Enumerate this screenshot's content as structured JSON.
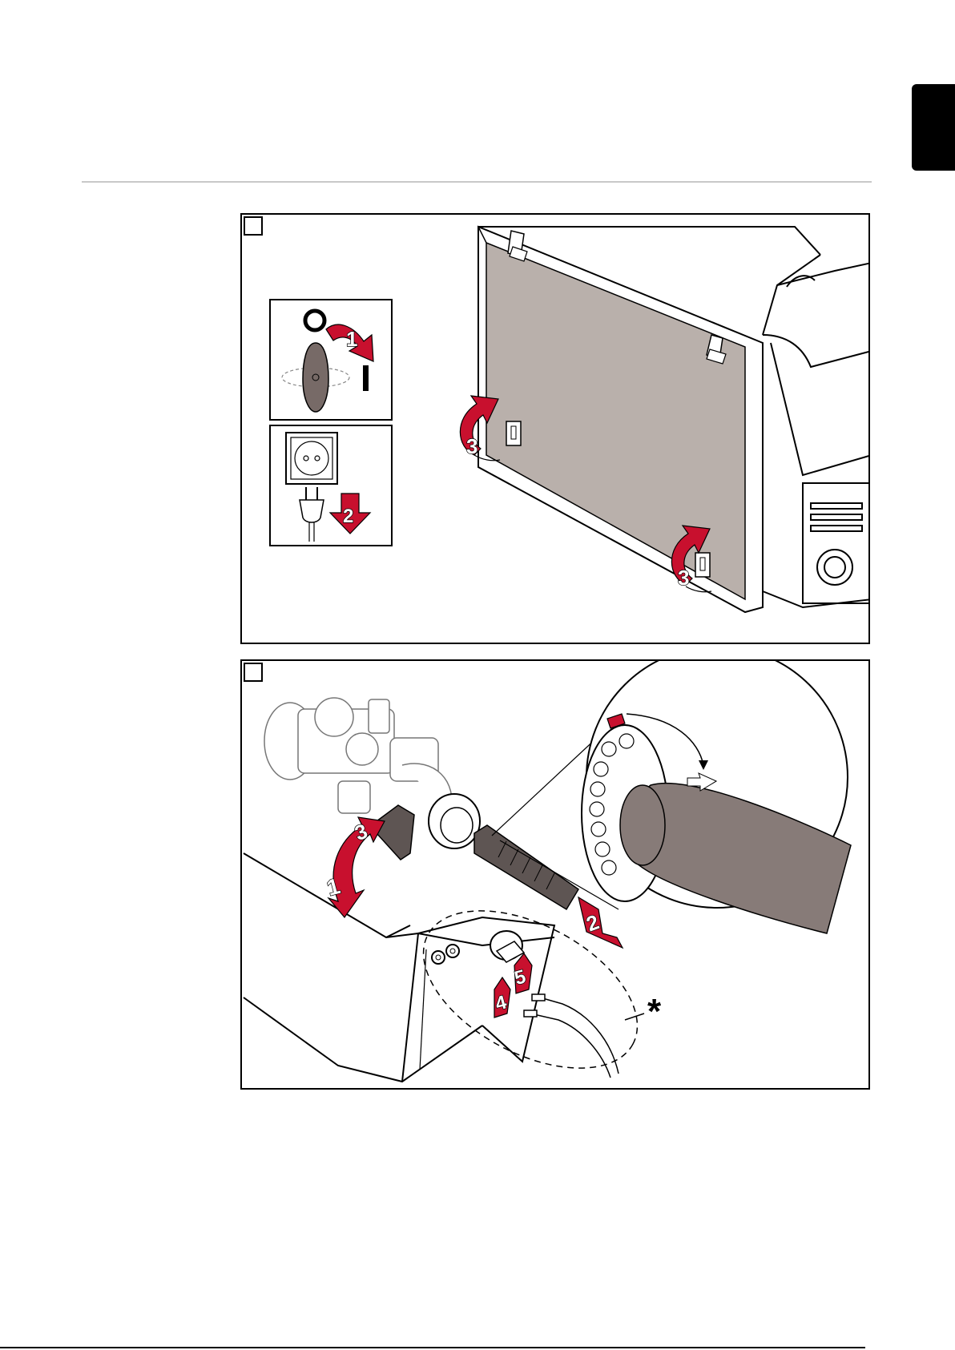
{
  "colors": {
    "accent": "#c8102e",
    "cover": "#b9b0ab",
    "torch": "#877b78",
    "outline": "#000000",
    "tab": "#000000"
  },
  "figure1": {
    "label_power_off": "O",
    "label_power_on": "I",
    "step_switch": "1",
    "step_unplug": "2",
    "step_cover_a": "3",
    "step_cover_b": "3"
  },
  "figure2": {
    "step_1": "1",
    "step_2": "2",
    "step_3": "3",
    "step_4": "4",
    "step_5": "5",
    "asterisk": "*"
  }
}
